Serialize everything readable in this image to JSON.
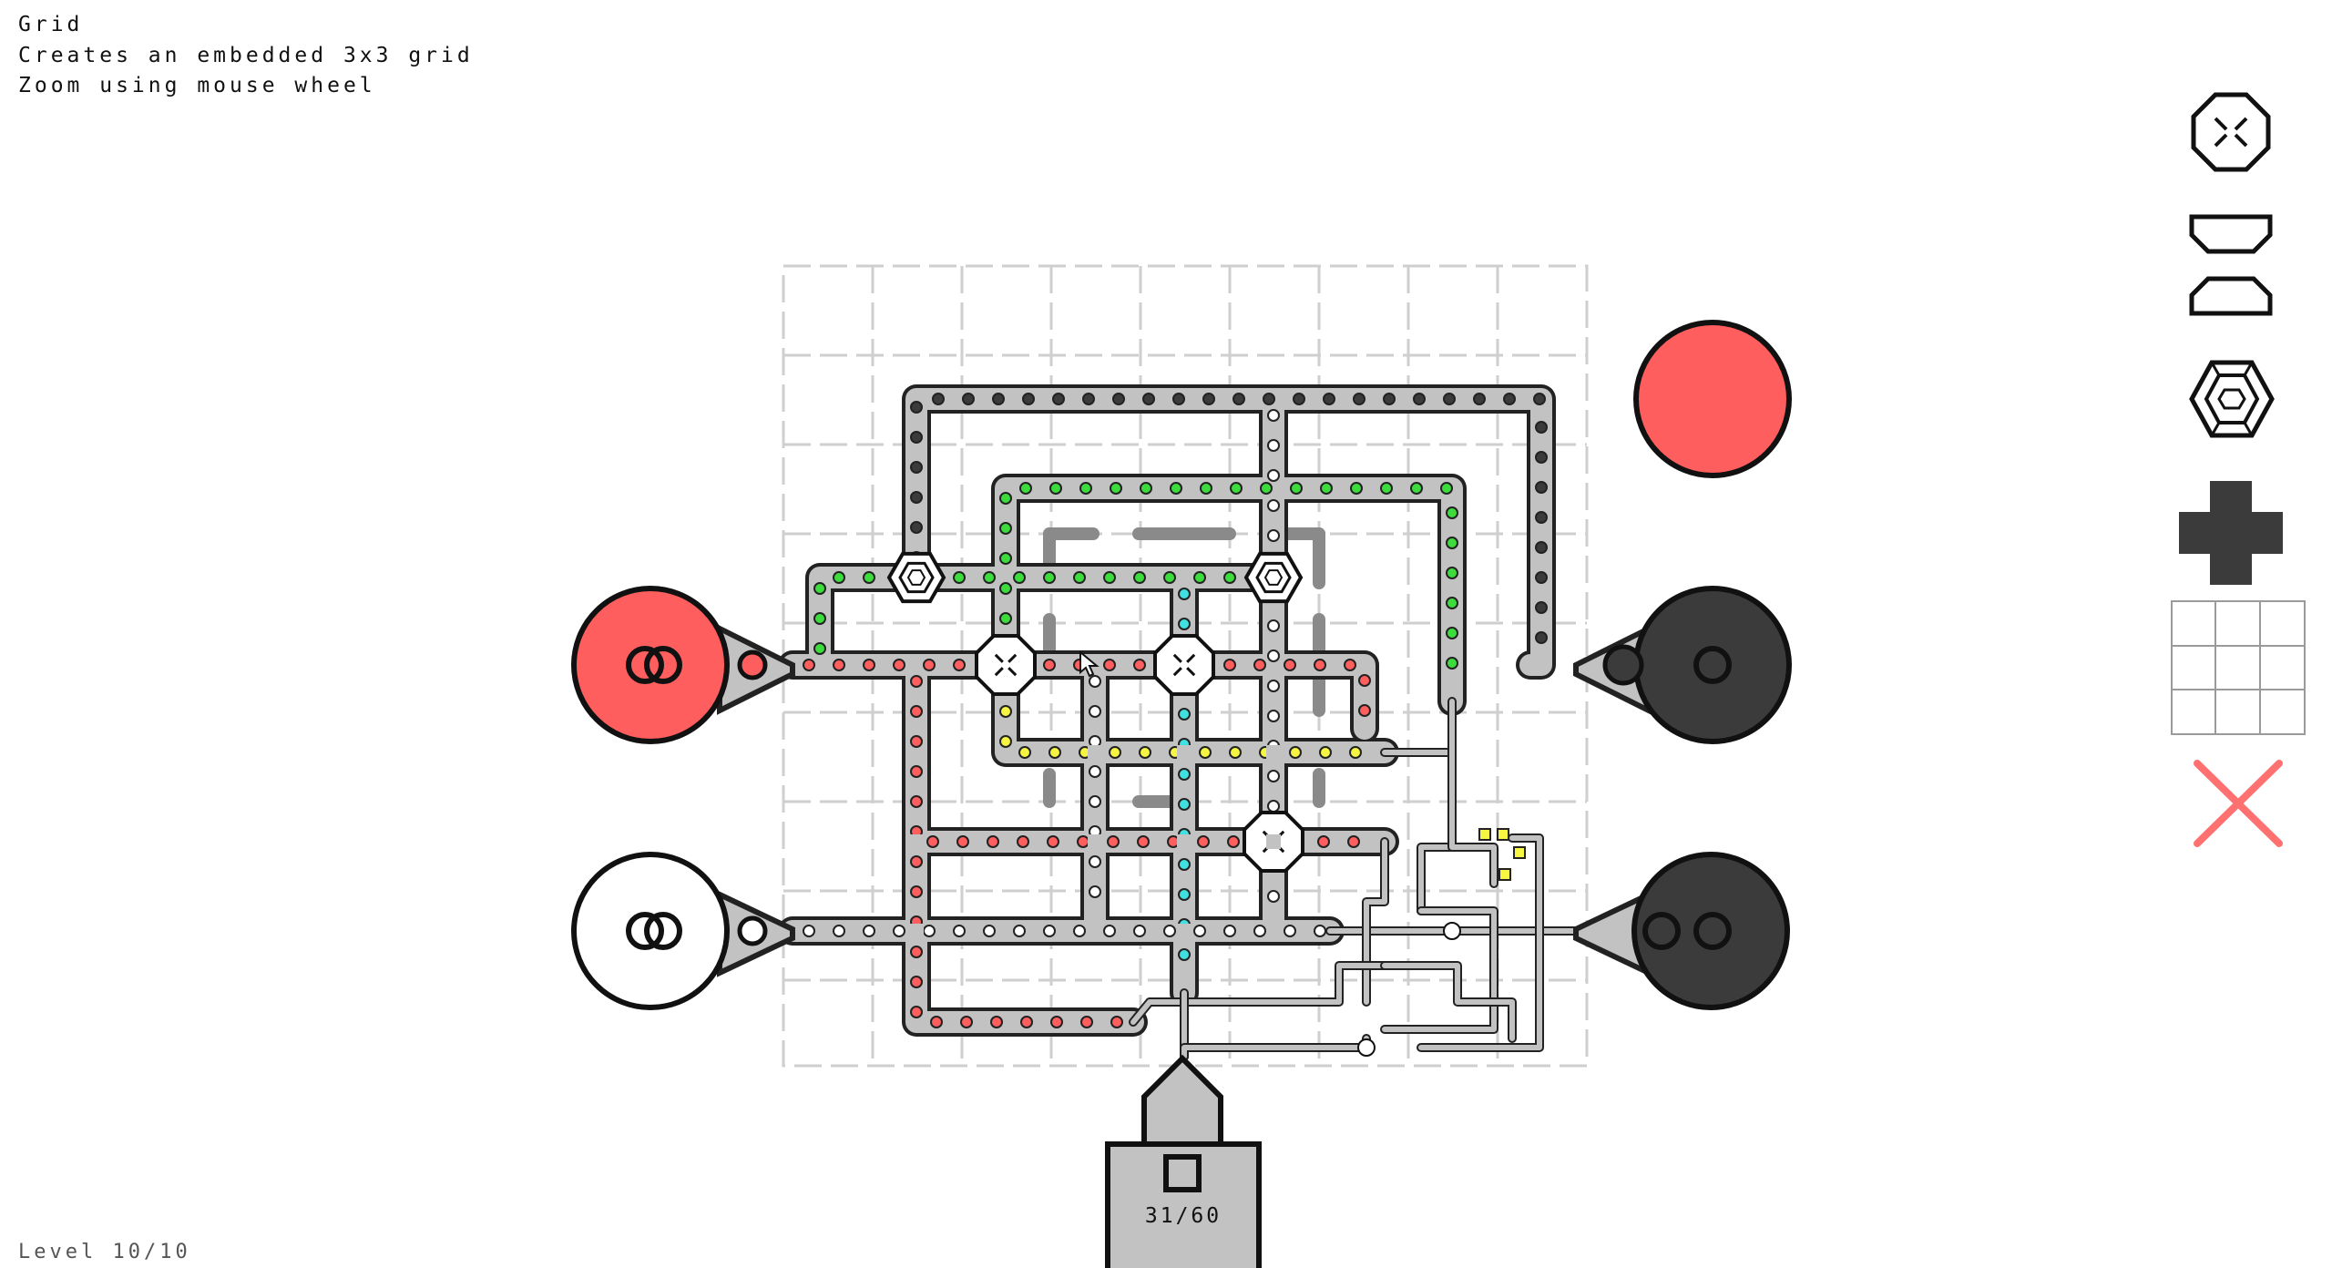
{
  "info": {
    "title": "Grid",
    "description": "Creates an embedded 3x3 grid",
    "hint": "Zoom using mouse wheel"
  },
  "level": {
    "label": "Level 10/10"
  },
  "counter": {
    "text": "31/60"
  },
  "colors": {
    "red": "#ff5e5e",
    "dark": "#3b3b3b",
    "white": "#ffffff",
    "track": "#c2c2c2",
    "track_border": "#222222",
    "green_dot": "#3ddc3d",
    "yellow_dot": "#f5f542",
    "cyan_dot": "#3fe0e0",
    "grid_line": "#cfcfcf"
  },
  "palette": {
    "tools": [
      {
        "name": "octagon-splitter-tool",
        "icon": "octagon-splitter-icon"
      },
      {
        "name": "half-gates-tool",
        "icon": "trapezoid-pair-icon"
      },
      {
        "name": "hexagon-merger-tool",
        "icon": "hexagon-merger-icon"
      },
      {
        "name": "cross-tool",
        "icon": "cross-icon"
      },
      {
        "name": "grid-tool",
        "icon": "grid-3x3-icon"
      },
      {
        "name": "delete-tool",
        "icon": "close-icon"
      }
    ]
  },
  "nodes": {
    "sources": [
      {
        "name": "source-red",
        "color": "red",
        "rings": 2
      },
      {
        "name": "source-white",
        "color": "white",
        "rings": 2
      }
    ],
    "targets": [
      {
        "name": "target-red",
        "color": "red",
        "rings": 0
      },
      {
        "name": "target-dark-top",
        "color": "dark",
        "rings": 1
      },
      {
        "name": "target-dark-bottom",
        "color": "dark",
        "rings": 2
      }
    ]
  }
}
